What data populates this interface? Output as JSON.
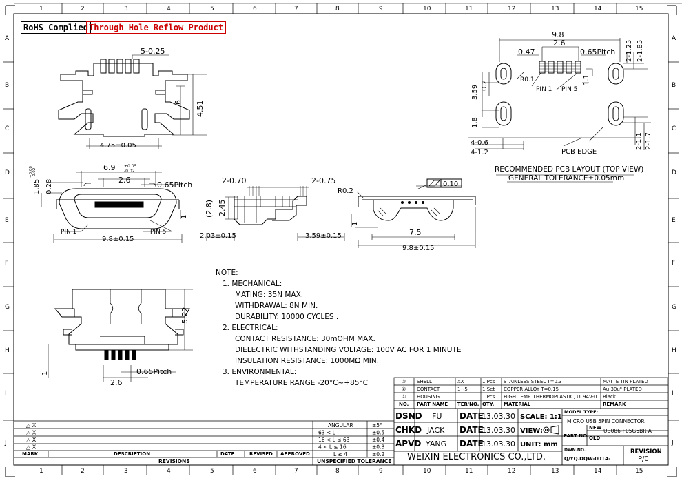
{
  "frame": {
    "top_columns": [
      "1",
      "2",
      "3",
      "4",
      "5",
      "6",
      "7",
      "8",
      "9",
      "10",
      "11",
      "12",
      "13",
      "14",
      "15"
    ],
    "side_rows": [
      "A",
      "B",
      "C",
      "D",
      "E",
      "F",
      "G",
      "H",
      "I",
      "J"
    ]
  },
  "badges": {
    "rohs": "RoHS Complied",
    "reflow": "Through Hole Reflow Product"
  },
  "top_view": {
    "pitch": "5-0.25",
    "width": "4.75±0.05",
    "h1": "4.51",
    "h2": "6"
  },
  "front_view": {
    "width_top": "6.9",
    "width_top_tol_plus": "+0.05",
    "width_top_tol_minus": "-0.02",
    "span": "2.6",
    "pitch": "0.65Pitch",
    "pin1": "PIN 1",
    "pin5": "PIN 5",
    "width": "9.8±0.15",
    "h_left": "1.85",
    "h_left_tol_plus": "+0.08",
    "h_left_tol_minus": "-0.02",
    "h_small": "0.28",
    "h_right": "1"
  },
  "side_view": {
    "d1": "2-0.70",
    "d2": "2-0.75",
    "h_ref": "(2.8)",
    "h": "2.45",
    "left": "2.03±0.15",
    "right": "3.59±0.15"
  },
  "end_view": {
    "radius": "R0.2",
    "flatness": "0.10",
    "w1": "7.5",
    "w2": "9.8±0.15",
    "h": "1"
  },
  "pcb_layout": {
    "w": "9.8",
    "w2": "2.6",
    "pad": "0.47",
    "pitch": "0.65Pitch",
    "r": "R0.1",
    "pin1": "PIN 1",
    "pin5": "PIN 5",
    "v1": "3.59",
    "v2": "0.2",
    "v3": "1.1",
    "v4": "1.8",
    "h1": "4-0.6",
    "h2": "4-1.2",
    "r1": "2-1.25",
    "r2": "2-1.85",
    "r3": "2-1.1",
    "r4": "2-1.7",
    "edge": "PCB EDGE",
    "caption": "RECOMMENDED PCB LAYOUT (TOP VIEW)",
    "tolerance": "GENERAL TOLERANCE±0.05mm"
  },
  "bottom_view": {
    "h": "5.22",
    "span": "2.6",
    "pitch": "0.65Pitch",
    "h_small": "1"
  },
  "notes": {
    "title": "NOTE:",
    "lines": [
      "1. MECHANICAL:",
      "MATING: 35N MAX.",
      "WITHDRAWAL: 8N MIN.",
      "DURABILITY: 10000 CYCLES .",
      "2. ELECTRICAL:",
      "CONTACT RESISTANCE: 30mOHM MAX.",
      "DIELECTRIC WITHSTANDING VOLTAGE: 100V AC FOR 1 MINUTE",
      "INSULATION RESISTANCE: 1000MΩ MIN.",
      "3. ENVIRONMENTAL:",
      "TEMPERATURE RANGE -20°C~+85°C"
    ]
  },
  "bom": {
    "rows": [
      [
        "③",
        "SHELL",
        "XX",
        "1 Pcs",
        "STAINLESS STEEL T=0.3",
        "MATTE TIN PLATED"
      ],
      [
        "②",
        "CONTACT",
        "1~5",
        "1 Set",
        "COPPER ALLOY T=0.15",
        "Au 30u\" PLATED"
      ],
      [
        "①",
        "HOUSING",
        "",
        "1 Pcs",
        "HIGH TEMP. THERMOPLASTIC, UL94V-0",
        "Black"
      ]
    ],
    "header": [
      "NO.",
      "PART NAME",
      "TER'NO.",
      "QTY.",
      "MATERIAL",
      "REMARK"
    ]
  },
  "title_block": {
    "dsnd": "DSND",
    "dsnd_name": "FU",
    "chkd": "CHKD",
    "chkd_name": "JACK",
    "apvd": "APVD",
    "apvd_name": "YANG",
    "date_label": "DATE",
    "date": "13.03.30",
    "scale": "SCALE: 1:1",
    "view": "VIEW:",
    "unit": "UNIT: mm",
    "company": "WEIXIN ELECTRONICS CO.,LTD.",
    "model_type_label": "MODEL TYPE:",
    "model_type": "MICRO USB 5PIN CONNECTOR",
    "part_no": "PART NO.",
    "new": "NEW",
    "old": "OLD",
    "part_value": "UB086-F05G6BR-A",
    "dwn_no": "DWN.NO.",
    "dwn_value": "Q/YQ.DQW-001A-",
    "revision": "REVISION",
    "revision_value": "P/0"
  },
  "revisions": {
    "marks": [
      "△ X",
      "△ X",
      "△ X",
      "△ X"
    ],
    "header": [
      "MARK",
      "DESCRIPTION",
      "DATE",
      "REVISED",
      "APPROVED"
    ],
    "footer": "REVISIONS"
  },
  "tolerance": {
    "rows": [
      [
        "ANGULAR",
        "±5°"
      ],
      [
        "63 < L",
        "±0.5"
      ],
      [
        "16 < L ≤ 63",
        "±0.4"
      ],
      [
        "4 < L ≤ 16",
        "±0.3"
      ],
      [
        "L ≤ 4",
        "±0.2"
      ]
    ],
    "footer": "UNSPECIFIED TOLERANCE"
  }
}
